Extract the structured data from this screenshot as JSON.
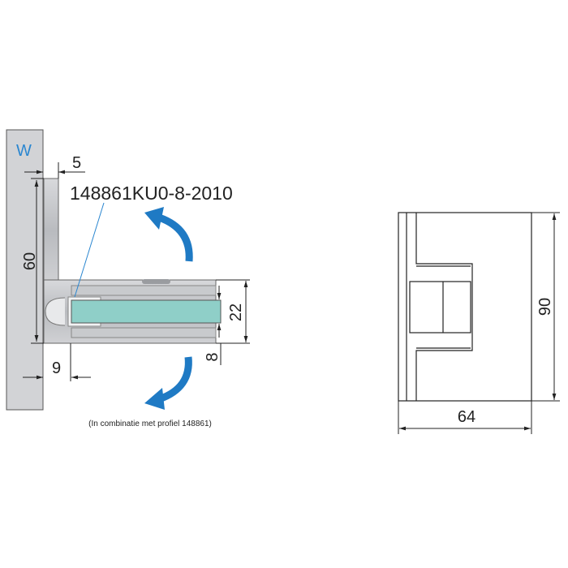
{
  "side_view": {
    "wall_label": "W",
    "part_number": "148861KU0-8-2010",
    "dim_top": "5",
    "dim_height": "60",
    "dim_bottom": "9",
    "dim_clamp": "22",
    "dim_glass": "8",
    "caption": "(In combinatie met profiel 148861)"
  },
  "front_view": {
    "dim_height": "90",
    "dim_width": "64"
  },
  "colors": {
    "wall": "#d2d3d6",
    "metal": "#c4c6ca",
    "glass": "#8fcfc8",
    "arrow": "#1f7ac4",
    "wall_label": "#2a86d0"
  }
}
